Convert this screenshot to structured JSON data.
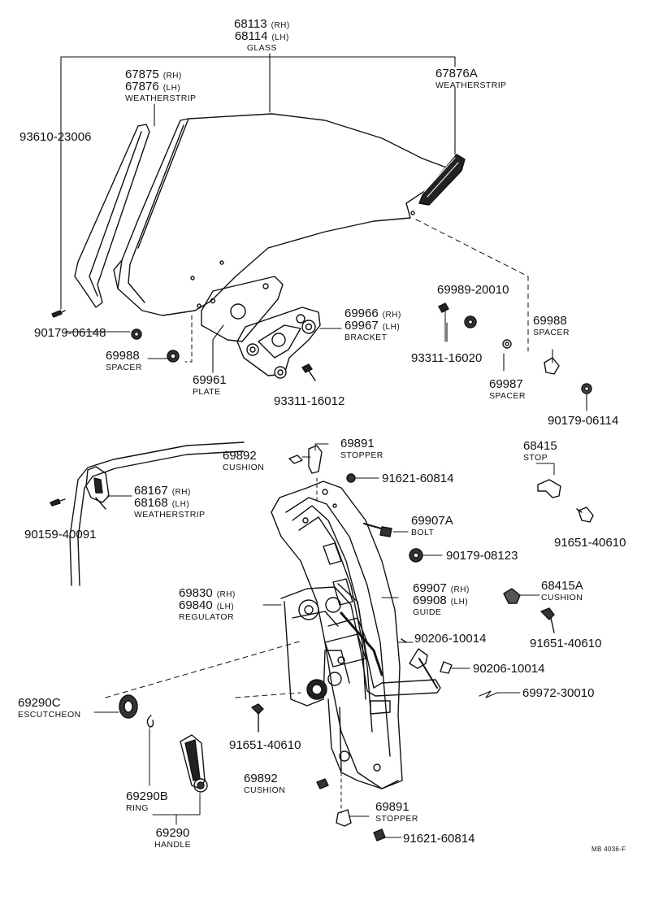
{
  "labels": {
    "glass": {
      "l1": "68113",
      "s1": "(RH)",
      "l2": "68114",
      "s2": "(LH)",
      "name": "GLASS"
    },
    "ws_front": {
      "l1": "67875",
      "s1": "(RH)",
      "l2": "67876",
      "s2": "(LH)",
      "name": "WEATHERSTRIP"
    },
    "ws_rear": {
      "l1": "67876A",
      "name": "WEATHERSTRIP"
    },
    "p93610": {
      "l1": "93610-23006"
    },
    "p90179a": {
      "l1": "90179-06148"
    },
    "spacer_l": {
      "l1": "69988",
      "name": "SPACER"
    },
    "plate": {
      "l1": "69961",
      "name": "PLATE"
    },
    "bracket": {
      "l1": "69966",
      "s1": "(RH)",
      "l2": "69967",
      "s2": "(LH)",
      "name": "BRACKET"
    },
    "p93311b": {
      "l1": "93311-16012"
    },
    "p69989": {
      "l1": "69989-20010"
    },
    "p93311a": {
      "l1": "93311-16020"
    },
    "spacer_r": {
      "l1": "69988",
      "name": "SPACER"
    },
    "spacer_m": {
      "l1": "69987",
      "name": "SPACER"
    },
    "p90179b": {
      "l1": "90179-06114"
    },
    "cushion_t": {
      "l1": "69892",
      "name": "CUSHION"
    },
    "stopper_t": {
      "l1": "69891",
      "name": "STOPPER"
    },
    "p91621a": {
      "l1": "91621-60814"
    },
    "stop": {
      "l1": "68415",
      "name": "STOP"
    },
    "ws_side": {
      "l1": "68167",
      "s1": "(RH)",
      "l2": "68168",
      "s2": "(LH)",
      "name": "WEATHERSTRIP"
    },
    "p90159": {
      "l1": "90159-40091"
    },
    "bolt": {
      "l1": "69907A",
      "name": "BOLT"
    },
    "p91651a": {
      "l1": "91651-40610"
    },
    "p90179c": {
      "l1": "90179-08123"
    },
    "regulator": {
      "l1": "69830",
      "s1": "(RH)",
      "l2": "69840",
      "s2": "(LH)",
      "name": "REGULATOR"
    },
    "guide": {
      "l1": "69907",
      "s1": "(RH)",
      "l2": "69908",
      "s2": "(LH)",
      "name": "GUIDE"
    },
    "cushion_r": {
      "l1": "68415A",
      "name": "CUSHION"
    },
    "p90206a": {
      "l1": "90206-10014"
    },
    "p91651b": {
      "l1": "91651-40610"
    },
    "p90206b": {
      "l1": "90206-10014"
    },
    "escutcheon": {
      "l1": "69290C",
      "name": "ESCUTCHEON"
    },
    "p69972": {
      "l1": "69972-30010"
    },
    "p91651c": {
      "l1": "91651-40610"
    },
    "ring": {
      "l1": "69290B",
      "name": "RING"
    },
    "cushion_b": {
      "l1": "69892",
      "name": "CUSHION"
    },
    "stopper_b": {
      "l1": "69891",
      "name": "STOPPER"
    },
    "p91621b": {
      "l1": "91621-60814"
    },
    "handle": {
      "l1": "69290",
      "name": "HANDLE"
    },
    "code": {
      "l1": "MB 4036-F"
    }
  }
}
